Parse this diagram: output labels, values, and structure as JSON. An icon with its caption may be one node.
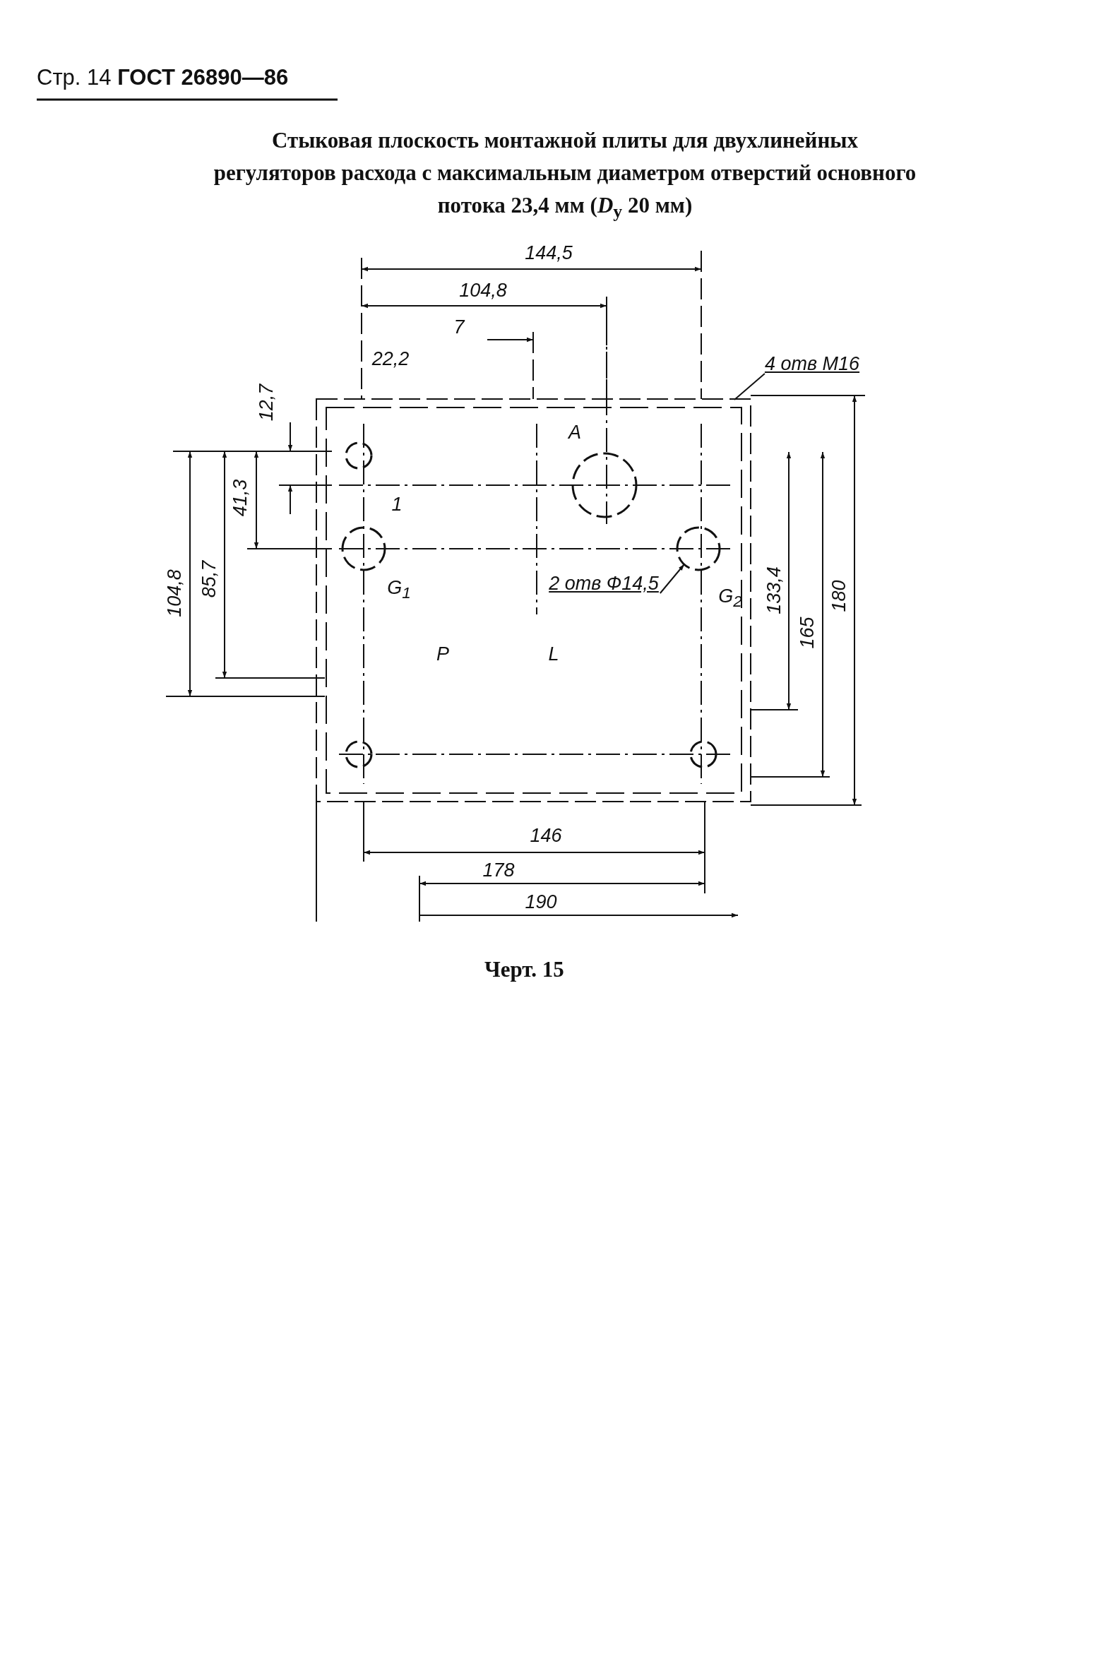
{
  "diagram": {
    "title": "Стыковая плоскость монтажной плиты для двухлинейных регуляторов расхода с максимальным диаметром отверстий основного потока 23,4 мм (*D*$_{у}$ 20 мм)",
    "caption": "Черт. 15",
    "nodes": [
      {
        "text": [
          "4 отв М16"
        ]
      },
      {
        "text": [
          "2 отв Ф14,5"
        ]
      }
    ],
    "edges": [
      {
        "from": 0,
        "to": null,
        "arrow": "none"
      },
      {
        "from": 1,
        "to": null,
        "arrow": "to"
      }
    ],
    "labels": [
      "Стр. 14 **ГОСТ 26890—86**",
      "144,5",
      "104,8",
      "7",
      "22,2",
      "12,7",
      "A",
      "41,3",
      "1",
      "104,8",
      "85,7",
      "G$_{1}$",
      "G$_{2}$",
      "133,4",
      "180",
      "165",
      "P",
      "L",
      "146",
      "178",
      "190"
    ]
  }
}
